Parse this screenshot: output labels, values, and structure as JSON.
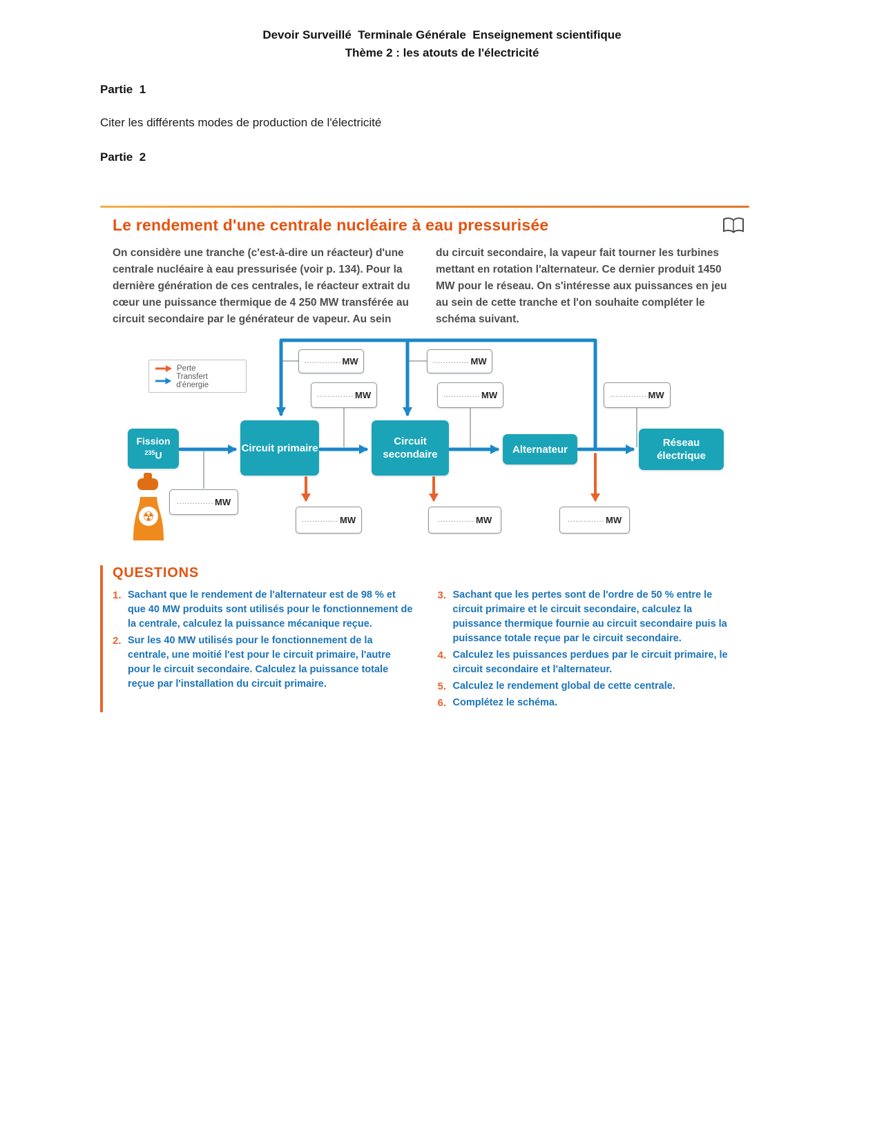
{
  "page": {
    "title_line1": "Devoir Surveillé  Terminale Générale  Enseignement scientifique",
    "title_line2": "Thème 2 : les atouts de l'électricité",
    "partie1_heading": "Partie  1",
    "partie1_text": "Citer les différents modes de production de l'électricité",
    "partie2_heading": "Partie  2"
  },
  "excerpt": {
    "title": "Le rendement d'une centrale nucléaire à eau pressurisée",
    "paragraph_left": "On considère une tranche (c'est-à-dire un réacteur) d'une centrale nucléaire à eau pressurisée (voir p. 134). Pour la dernière génération de ces centrales, le réacteur extrait du cœur une puissance thermique de 4 250 MW transférée au circuit secondaire par le générateur de vapeur. Au sein",
    "paragraph_right": "du circuit secondaire, la vapeur fait tourner les turbines mettant en rotation l'alternateur. Ce dernier produit 1450 MW pour le réseau. On s'intéresse aux puissances en jeu au sein de cette tranche et l'on souhaite compléter le schéma suivant."
  },
  "diagram": {
    "legend": {
      "perte": "Perte",
      "transfert": "Transfert d'énergie"
    },
    "nodes": {
      "fission_line1": "Fission",
      "fission_sup": "235",
      "fission_element": "U",
      "circuit_primaire": "Circuit primaire",
      "circuit_secondaire": "Circuit secondaire",
      "alternateur": "Alternateur",
      "reseau": "Réseau électrique"
    },
    "mw_dots": "..............",
    "mw_unit": "MW",
    "icons": {
      "radiation": "☢"
    }
  },
  "questions": {
    "heading": "QUESTIONS",
    "left": [
      {
        "num": "1.",
        "text": "Sachant que le rendement de l'alternateur est de 98 % et que 40 MW produits sont utilisés pour le fonctionnement de la centrale, calculez la puissance mécanique reçue."
      },
      {
        "num": "2.",
        "text": "Sur les 40 MW utilisés pour le fonctionnement de la centrale, une moitié l'est pour le circuit primaire, l'autre pour le circuit secondaire. Calculez la puissance totale reçue par l'installation du circuit primaire."
      }
    ],
    "right": [
      {
        "num": "3.",
        "text": "Sachant que les pertes sont de l'ordre de 50 % entre le circuit primaire et le circuit secondaire, calculez la puissance thermique fournie au circuit secondaire puis la puissance totale reçue par le circuit secondaire."
      },
      {
        "num": "4.",
        "text": "Calculez les puissances perdues par le circuit primaire, le circuit secondaire et l'alternateur."
      },
      {
        "num": "5.",
        "text": "Calculez le rendement global de cette centrale."
      },
      {
        "num": "6.",
        "text": "Complétez le schéma."
      }
    ]
  },
  "colors": {
    "accent_orange": "#e6520f",
    "arrow_orange": "#e8632c",
    "teal": "#1ba4b8",
    "blue": "#1b87c9",
    "question_blue": "#1b74b8"
  }
}
